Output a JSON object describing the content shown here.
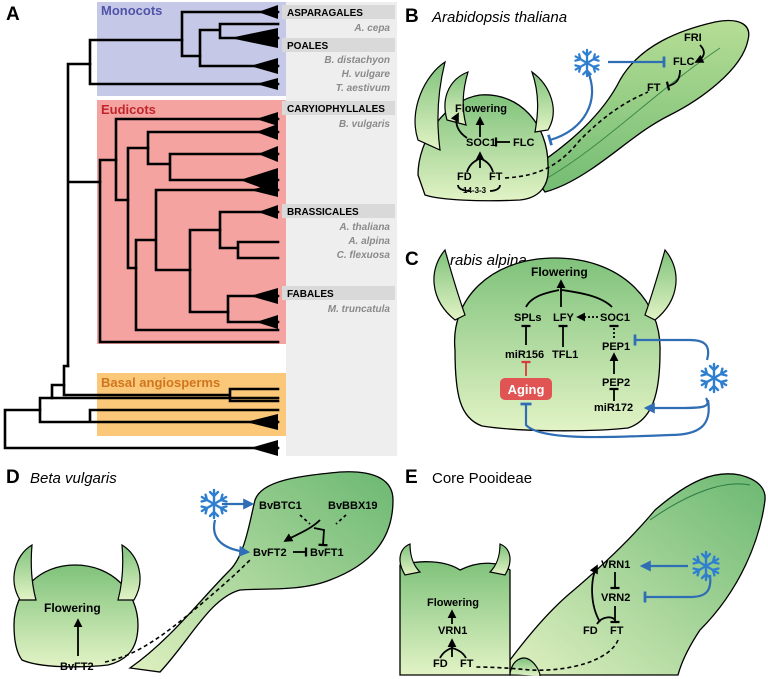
{
  "panels": {
    "a": {
      "letter": "A",
      "clades": {
        "monocots": "Monocots",
        "eudicots": "Eudicots",
        "basal": "Basal angiosperms"
      },
      "colors": {
        "monocots": "#c5c8e6",
        "eudicots": "#f4a3a0",
        "basal": "#fac878",
        "label_bg": "#e8e8e8",
        "monocots_text": "#5054a8",
        "eudicots_text": "#c0262b",
        "basal_text": "#d0751f"
      },
      "orders": [
        "ASPARAGALES",
        "POALES",
        "CARYIOPHYLLALES",
        "BRASSICALES",
        "FABALES"
      ],
      "species": {
        "asparagales": [
          "A. cepa"
        ],
        "poales": [
          "B. distachyon",
          "H. vulgare",
          "T. aestivum"
        ],
        "caryiophyllales": [
          "B. vulgaris"
        ],
        "brassicales": [
          "A. thaliana",
          "A. alpina",
          "C. flexuosa"
        ],
        "fabales": [
          "M. truncatula"
        ]
      }
    },
    "b": {
      "letter": "B",
      "title": "Arabidopsis thaliana",
      "labels": {
        "flowering": "Flowering",
        "soc1": "SOC1",
        "flc": "FLC",
        "fd": "FD",
        "ft": "FT",
        "protein": "14-3-3",
        "leaf_flc": "FLC",
        "fri": "FRI",
        "leaf_ft": "FT"
      }
    },
    "c": {
      "letter": "C",
      "title": "Arabis alpina",
      "labels": {
        "flowering": "Flowering",
        "spls": "SPLs",
        "lfy": "LFY",
        "soc1": "SOC1",
        "tfl1": "TFL1",
        "mir156": "miR156",
        "pep1": "PEP1",
        "pep2": "PEP2",
        "mir172": "miR172",
        "aging": "Aging"
      }
    },
    "d": {
      "letter": "D",
      "title": "Beta vulgaris",
      "labels": {
        "btc1": "BvBTC1",
        "bbx19": "BvBBX19",
        "ft2": "BvFT2",
        "ft1": "BvFT1",
        "flowering": "Flowering",
        "shoot_ft2": "BvFT2"
      }
    },
    "e": {
      "letter": "E",
      "title": "Core Pooideae",
      "labels": {
        "flowering": "Flowering",
        "vrn1": "VRN1",
        "fd": "FD",
        "ft": "FT",
        "leaf_vrn1": "VRN1",
        "vrn2": "VRN2",
        "leaf_fd": "FD",
        "leaf_ft": "FT"
      }
    }
  }
}
